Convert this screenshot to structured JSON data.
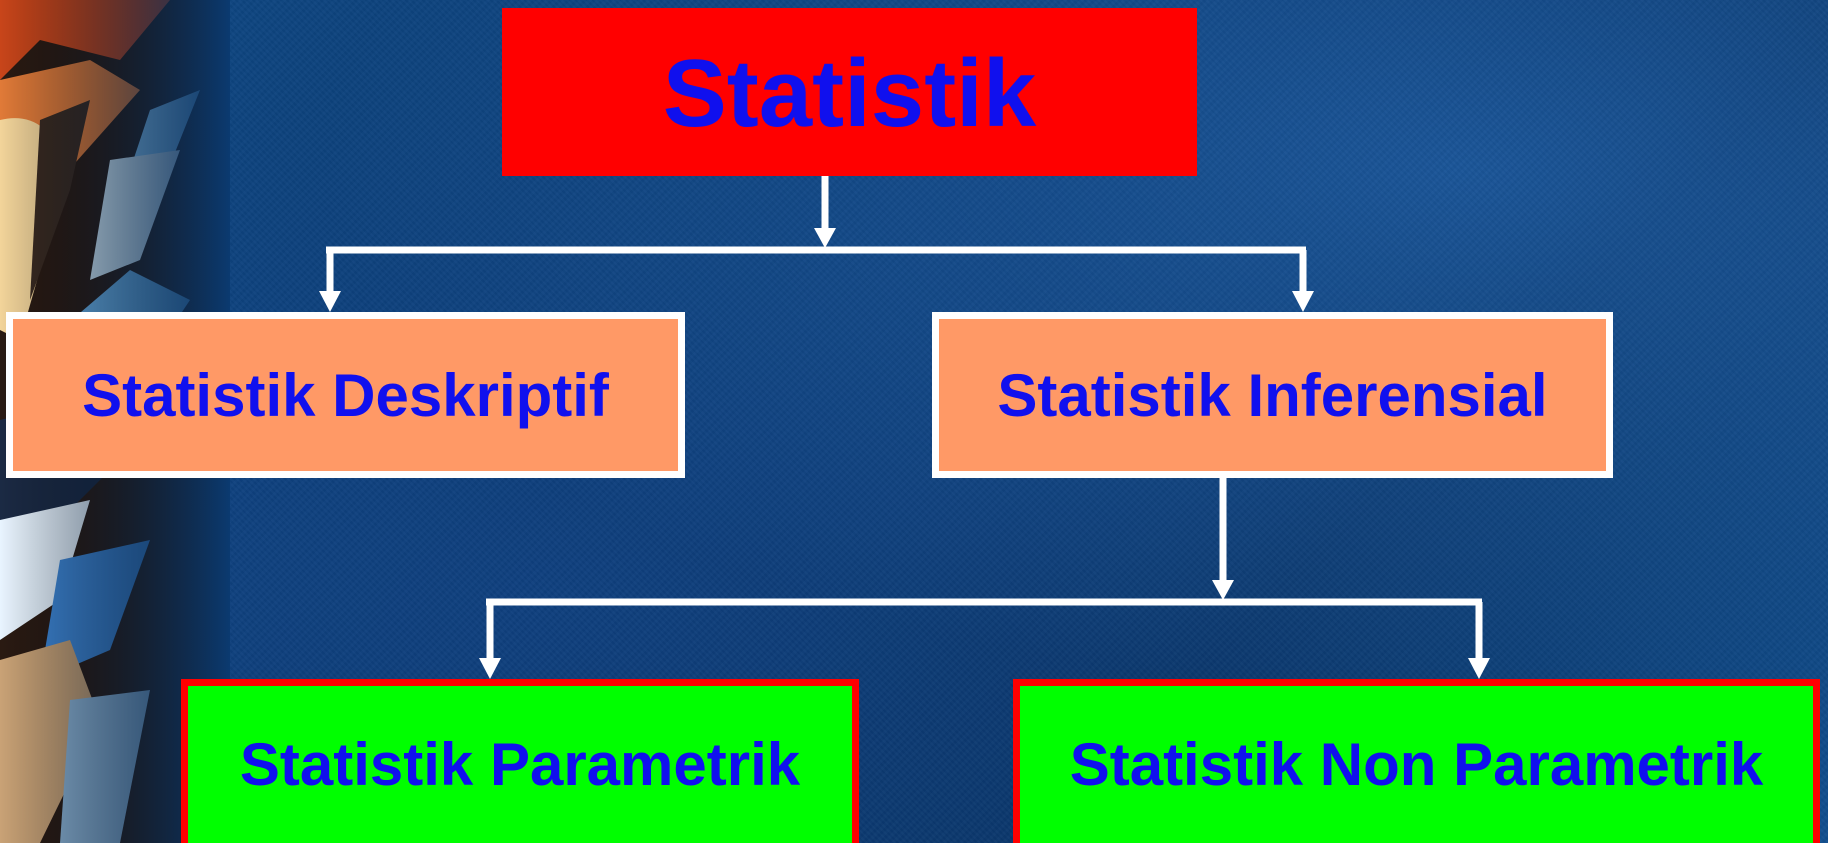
{
  "diagram": {
    "root": {
      "label": "Statistik"
    },
    "descriptive": {
      "label": "Statistik Deskriptif"
    },
    "inferential": {
      "label": "Statistik Inferensial"
    },
    "parametric": {
      "label": "Statistik Parametrik"
    },
    "nonparametric": {
      "label": "Statistik Non Parametrik"
    }
  },
  "colors": {
    "background": "#0b3a70",
    "text": "#1010ee",
    "root_fill": "#ff0000",
    "level1_fill": "#ff9966",
    "level1_border": "#ffffff",
    "level2_fill": "#00ff00",
    "level2_border": "#ff0000",
    "connector": "#ffffff"
  }
}
